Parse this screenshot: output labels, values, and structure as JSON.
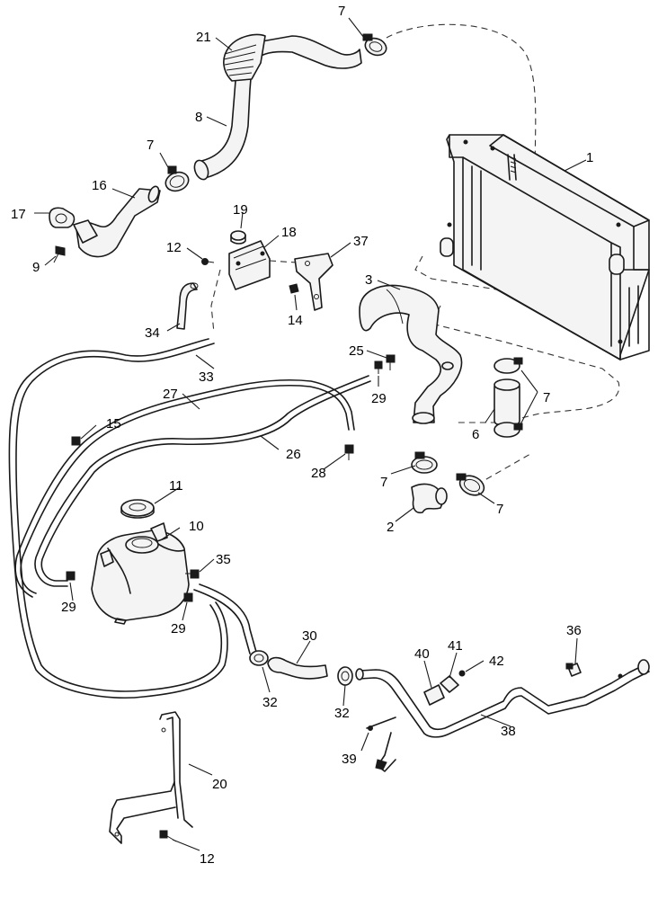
{
  "callouts": [
    {
      "id": "1",
      "text": "1"
    },
    {
      "id": "2",
      "text": "2"
    },
    {
      "id": "3",
      "text": "3"
    },
    {
      "id": "6",
      "text": "6"
    },
    {
      "id": "7a",
      "text": "7"
    },
    {
      "id": "7b",
      "text": "7"
    },
    {
      "id": "7c",
      "text": "7"
    },
    {
      "id": "7d",
      "text": "7"
    },
    {
      "id": "7e",
      "text": "7"
    },
    {
      "id": "8",
      "text": "8"
    },
    {
      "id": "9",
      "text": "9"
    },
    {
      "id": "10",
      "text": "10"
    },
    {
      "id": "11",
      "text": "11"
    },
    {
      "id": "12a",
      "text": "12"
    },
    {
      "id": "12b",
      "text": "12"
    },
    {
      "id": "14",
      "text": "14"
    },
    {
      "id": "15",
      "text": "15"
    },
    {
      "id": "16",
      "text": "16"
    },
    {
      "id": "17",
      "text": "17"
    },
    {
      "id": "18",
      "text": "18"
    },
    {
      "id": "19",
      "text": "19"
    },
    {
      "id": "20",
      "text": "20"
    },
    {
      "id": "21",
      "text": "21"
    },
    {
      "id": "25",
      "text": "25"
    },
    {
      "id": "26",
      "text": "26"
    },
    {
      "id": "27",
      "text": "27"
    },
    {
      "id": "28",
      "text": "28"
    },
    {
      "id": "29a",
      "text": "29"
    },
    {
      "id": "29b",
      "text": "29"
    },
    {
      "id": "29c",
      "text": "29"
    },
    {
      "id": "30",
      "text": "30"
    },
    {
      "id": "32a",
      "text": "32"
    },
    {
      "id": "32b",
      "text": "32"
    },
    {
      "id": "33",
      "text": "33"
    },
    {
      "id": "34",
      "text": "34"
    },
    {
      "id": "35",
      "text": "35"
    },
    {
      "id": "36",
      "text": "36"
    },
    {
      "id": "37",
      "text": "37"
    },
    {
      "id": "38",
      "text": "38"
    },
    {
      "id": "39",
      "text": "39"
    },
    {
      "id": "40",
      "text": "40"
    },
    {
      "id": "41",
      "text": "41"
    },
    {
      "id": "42",
      "text": "42"
    }
  ]
}
